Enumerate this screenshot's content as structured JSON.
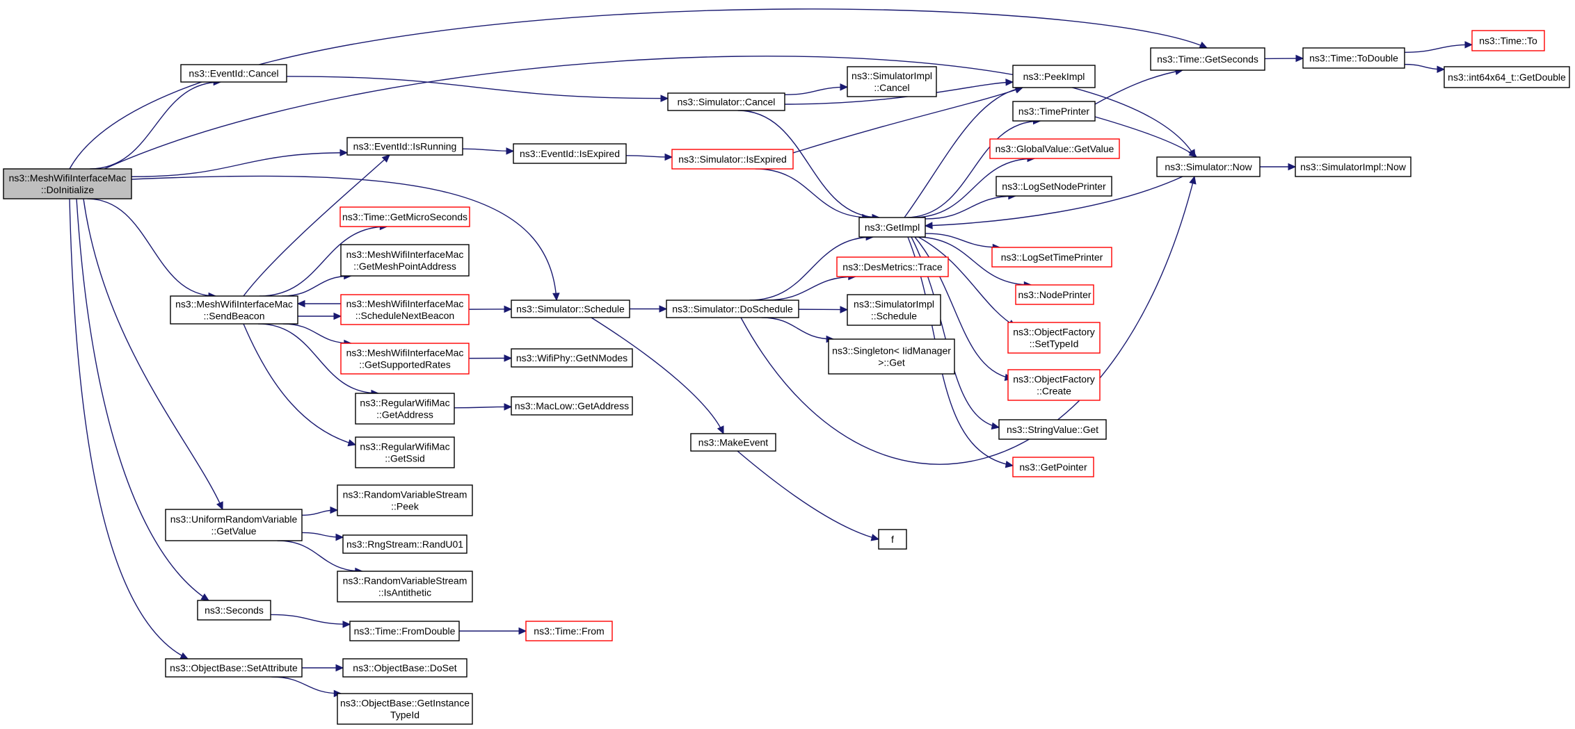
{
  "colors": {
    "edge": "#191970",
    "node_border": "#000000",
    "node_border_truncated": "#ff0000",
    "root_fill": "#bfbfbf",
    "background": "#ffffff"
  },
  "nodes": [
    {
      "id": "root",
      "lines": [
        "ns3::MeshWifiInterfaceMac",
        "::DoInitialize"
      ],
      "style": "root"
    },
    {
      "id": "eventid_cancel",
      "lines": [
        "ns3::EventId::Cancel"
      ]
    },
    {
      "id": "sim_cancel",
      "lines": [
        "ns3::Simulator::Cancel"
      ]
    },
    {
      "id": "simimpl_cancel",
      "lines": [
        "ns3::SimulatorImpl",
        "::Cancel"
      ]
    },
    {
      "id": "peekimpl",
      "lines": [
        "ns3::PeekImpl"
      ]
    },
    {
      "id": "time_getseconds",
      "lines": [
        "ns3::Time::GetSeconds"
      ]
    },
    {
      "id": "time_todouble",
      "lines": [
        "ns3::Time::ToDouble"
      ]
    },
    {
      "id": "time_to",
      "lines": [
        "ns3::Time::To"
      ],
      "style": "red"
    },
    {
      "id": "int64x64_getdouble",
      "lines": [
        "ns3::int64x64_t::GetDouble"
      ]
    },
    {
      "id": "timeprinter",
      "lines": [
        "ns3::TimePrinter"
      ]
    },
    {
      "id": "eventid_isrunning",
      "lines": [
        "ns3::EventId::IsRunning"
      ]
    },
    {
      "id": "eventid_isexpired",
      "lines": [
        "ns3::EventId::IsExpired"
      ]
    },
    {
      "id": "sim_isexpired",
      "lines": [
        "ns3::Simulator::IsExpired"
      ],
      "style": "red"
    },
    {
      "id": "globalvalue_getvalue",
      "lines": [
        "ns3::GlobalValue::GetValue"
      ],
      "style": "red"
    },
    {
      "id": "sim_now",
      "lines": [
        "ns3::Simulator::Now"
      ]
    },
    {
      "id": "simimpl_now",
      "lines": [
        "ns3::SimulatorImpl::Now"
      ]
    },
    {
      "id": "logsetnodeprinter",
      "lines": [
        "ns3::LogSetNodePrinter"
      ]
    },
    {
      "id": "getimpl",
      "lines": [
        "ns3::GetImpl"
      ]
    },
    {
      "id": "time_getmicroseconds",
      "lines": [
        "ns3::Time::GetMicroSeconds"
      ],
      "style": "red"
    },
    {
      "id": "getmeshpointaddress",
      "lines": [
        "ns3::MeshWifiInterfaceMac",
        "::GetMeshPointAddress"
      ]
    },
    {
      "id": "logsettimeprinter",
      "lines": [
        "ns3::LogSetTimePrinter"
      ],
      "style": "red"
    },
    {
      "id": "desmetrics_trace",
      "lines": [
        "ns3::DesMetrics::Trace"
      ],
      "style": "red"
    },
    {
      "id": "sendbeacon",
      "lines": [
        "ns3::MeshWifiInterfaceMac",
        "::SendBeacon"
      ]
    },
    {
      "id": "schedulenextbeacon",
      "lines": [
        "ns3::MeshWifiInterfaceMac",
        "::ScheduleNextBeacon"
      ],
      "style": "red"
    },
    {
      "id": "sim_schedule",
      "lines": [
        "ns3::Simulator::Schedule"
      ]
    },
    {
      "id": "sim_doschedule",
      "lines": [
        "ns3::Simulator::DoSchedule"
      ]
    },
    {
      "id": "simimpl_schedule",
      "lines": [
        "ns3::SimulatorImpl",
        "::Schedule"
      ]
    },
    {
      "id": "nodeprinter",
      "lines": [
        "ns3::NodePrinter"
      ],
      "style": "red"
    },
    {
      "id": "objectfactory_settypeid",
      "lines": [
        "ns3::ObjectFactory",
        "::SetTypeId"
      ],
      "style": "red"
    },
    {
      "id": "getsupportedrates",
      "lines": [
        "ns3::MeshWifiInterfaceMac",
        "::GetSupportedRates"
      ],
      "style": "red"
    },
    {
      "id": "wifiphy_getnmodes",
      "lines": [
        "ns3::WifiPhy::GetNModes"
      ]
    },
    {
      "id": "singleton_get",
      "lines": [
        "ns3::Singleton< IidManager",
        ">::Get"
      ]
    },
    {
      "id": "objectfactory_create",
      "lines": [
        "ns3::ObjectFactory",
        "::Create"
      ],
      "style": "red"
    },
    {
      "id": "regularwifimac_getaddress",
      "lines": [
        "ns3::RegularWifiMac",
        "::GetAddress"
      ]
    },
    {
      "id": "maclow_getaddress",
      "lines": [
        "ns3::MacLow::GetAddress"
      ]
    },
    {
      "id": "stringvalue_get",
      "lines": [
        "ns3::StringValue::Get"
      ]
    },
    {
      "id": "makeevent",
      "lines": [
        "ns3::MakeEvent"
      ]
    },
    {
      "id": "regularwifimac_getssid",
      "lines": [
        "ns3::RegularWifiMac",
        "::GetSsid"
      ]
    },
    {
      "id": "getpointer",
      "lines": [
        "ns3::GetPointer"
      ],
      "style": "red"
    },
    {
      "id": "rvs_peek",
      "lines": [
        "ns3::RandomVariableStream",
        "::Peek"
      ]
    },
    {
      "id": "uniform_getvalue",
      "lines": [
        "ns3::UniformRandomVariable",
        "::GetValue"
      ]
    },
    {
      "id": "f",
      "lines": [
        "f"
      ]
    },
    {
      "id": "rngstream_randu01",
      "lines": [
        "ns3::RngStream::RandU01"
      ]
    },
    {
      "id": "rvs_isantithetic",
      "lines": [
        "ns3::RandomVariableStream",
        "::IsAntithetic"
      ]
    },
    {
      "id": "seconds",
      "lines": [
        "ns3::Seconds"
      ]
    },
    {
      "id": "time_fromdouble",
      "lines": [
        "ns3::Time::FromDouble"
      ]
    },
    {
      "id": "time_from",
      "lines": [
        "ns3::Time::From"
      ],
      "style": "red"
    },
    {
      "id": "objectbase_setattribute",
      "lines": [
        "ns3::ObjectBase::SetAttribute"
      ]
    },
    {
      "id": "objectbase_doset",
      "lines": [
        "ns3::ObjectBase::DoSet"
      ]
    },
    {
      "id": "objectbase_getinstancetypeid",
      "lines": [
        "ns3::ObjectBase::GetInstance",
        "TypeId"
      ]
    }
  ],
  "edges": [
    [
      "root",
      "eventid_cancel"
    ],
    [
      "root",
      "time_getseconds"
    ],
    [
      "root",
      "sim_now"
    ],
    [
      "root",
      "eventid_isrunning"
    ],
    [
      "root",
      "sim_schedule"
    ],
    [
      "root",
      "sendbeacon"
    ],
    [
      "root",
      "uniform_getvalue"
    ],
    [
      "root",
      "seconds"
    ],
    [
      "root",
      "objectbase_setattribute"
    ],
    [
      "eventid_cancel",
      "sim_cancel"
    ],
    [
      "sim_cancel",
      "simimpl_cancel"
    ],
    [
      "sim_cancel",
      "peekimpl"
    ],
    [
      "sim_cancel",
      "getimpl"
    ],
    [
      "eventid_isrunning",
      "eventid_isexpired"
    ],
    [
      "eventid_isexpired",
      "sim_isexpired"
    ],
    [
      "sim_isexpired",
      "peekimpl"
    ],
    [
      "sim_isexpired",
      "getimpl"
    ],
    [
      "time_getseconds",
      "time_todouble"
    ],
    [
      "time_todouble",
      "time_to"
    ],
    [
      "time_todouble",
      "int64x64_getdouble"
    ],
    [
      "timeprinter",
      "time_getseconds"
    ],
    [
      "timeprinter",
      "sim_now"
    ],
    [
      "sim_now",
      "simimpl_now"
    ],
    [
      "sim_now",
      "getimpl"
    ],
    [
      "getimpl",
      "peekimpl"
    ],
    [
      "getimpl",
      "timeprinter"
    ],
    [
      "getimpl",
      "globalvalue_getvalue"
    ],
    [
      "getimpl",
      "logsetnodeprinter"
    ],
    [
      "getimpl",
      "logsettimeprinter"
    ],
    [
      "getimpl",
      "nodeprinter"
    ],
    [
      "getimpl",
      "objectfactory_settypeid"
    ],
    [
      "getimpl",
      "objectfactory_create"
    ],
    [
      "getimpl",
      "stringvalue_get"
    ],
    [
      "getimpl",
      "getpointer"
    ],
    [
      "sendbeacon",
      "eventid_isrunning"
    ],
    [
      "sendbeacon",
      "time_getmicroseconds"
    ],
    [
      "sendbeacon",
      "getmeshpointaddress"
    ],
    [
      "sendbeacon",
      "schedulenextbeacon"
    ],
    [
      "sendbeacon",
      "getsupportedrates"
    ],
    [
      "sendbeacon",
      "regularwifimac_getaddress"
    ],
    [
      "sendbeacon",
      "regularwifimac_getssid"
    ],
    [
      "schedulenextbeacon",
      "sendbeacon"
    ],
    [
      "schedulenextbeacon",
      "sim_schedule"
    ],
    [
      "sim_schedule",
      "sim_doschedule"
    ],
    [
      "sim_schedule",
      "makeevent"
    ],
    [
      "sim_doschedule",
      "getimpl"
    ],
    [
      "sim_doschedule",
      "desmetrics_trace"
    ],
    [
      "sim_doschedule",
      "simimpl_schedule"
    ],
    [
      "sim_doschedule",
      "singleton_get"
    ],
    [
      "sim_doschedule",
      "sim_now"
    ],
    [
      "getsupportedrates",
      "wifiphy_getnmodes"
    ],
    [
      "regularwifimac_getaddress",
      "maclow_getaddress"
    ],
    [
      "makeevent",
      "f"
    ],
    [
      "uniform_getvalue",
      "rvs_peek"
    ],
    [
      "uniform_getvalue",
      "rngstream_randu01"
    ],
    [
      "uniform_getvalue",
      "rvs_isantithetic"
    ],
    [
      "seconds",
      "time_fromdouble"
    ],
    [
      "time_fromdouble",
      "time_from"
    ],
    [
      "objectbase_setattribute",
      "objectbase_doset"
    ],
    [
      "objectbase_setattribute",
      "objectbase_getinstancetypeid"
    ]
  ]
}
